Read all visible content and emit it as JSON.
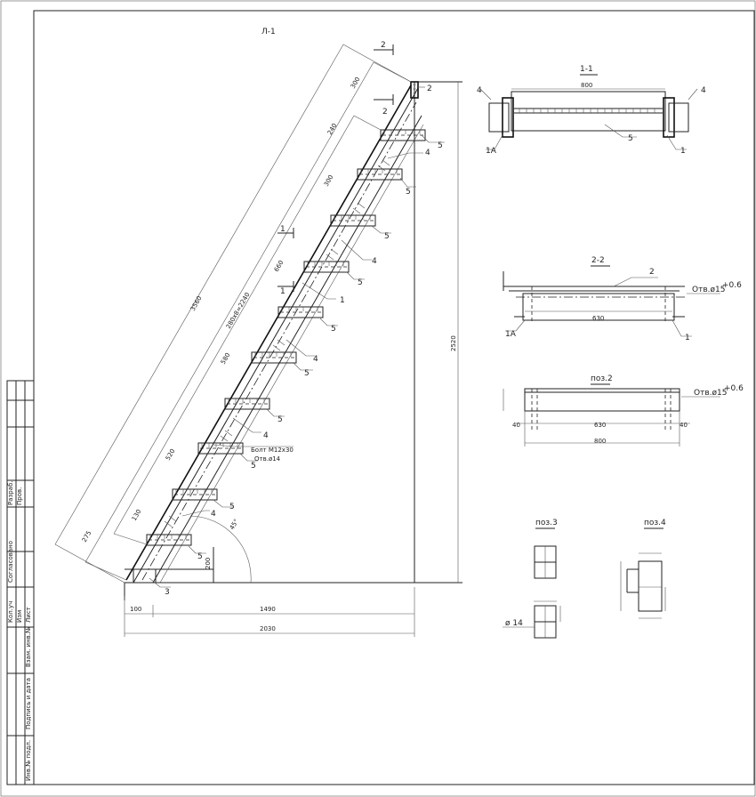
{
  "views": {
    "main": {
      "title": "Л-1"
    },
    "section_1_1": {
      "title": "1-1",
      "width": "800"
    },
    "section_2_2": {
      "title": "2-2",
      "inner": "630",
      "hole_note": "Отв.ø15",
      "plus": "+0.6"
    },
    "poz2": {
      "title": "поз.2",
      "hole_note": "Отв.ø15",
      "plus": "+0.6",
      "d_left": "40",
      "d_mid": "630",
      "d_right": "40",
      "d_total": "800"
    },
    "poz3": {
      "title": "поз.3",
      "dia": "ø 14"
    },
    "poz4": {
      "title": "поз.4"
    }
  },
  "main_dims": {
    "overall_length": "3560",
    "step_pitch": "280х8=2240",
    "height": "2520",
    "bottom_1": "1490",
    "bottom_2": "2030",
    "bottom_small": "100",
    "top": "300",
    "seg_240": "240",
    "seg_300": "300",
    "seg_660": "660",
    "seg_580": "580",
    "seg_520": "520",
    "seg_130": "130",
    "seg_275": "275",
    "angle": "45°",
    "rise_200": "200"
  },
  "callouts": {
    "bolt_line1": "Болт М12х30",
    "bolt_line2": "Отв.ø14",
    "pos1": "1",
    "pos1a": "1А",
    "pos2": "2",
    "pos3": "3",
    "pos4": "4",
    "pos5": "5",
    "cut_mark": "2",
    "cut_mark_1": "1"
  },
  "title_block": {
    "cells": [
      "Инв.№ подл.",
      "Подпись и дата",
      "Взам. инв.№",
      "Изм",
      "Кол.уч",
      "Лист",
      "Согласовано",
      "Разраб.",
      "Пров."
    ]
  }
}
